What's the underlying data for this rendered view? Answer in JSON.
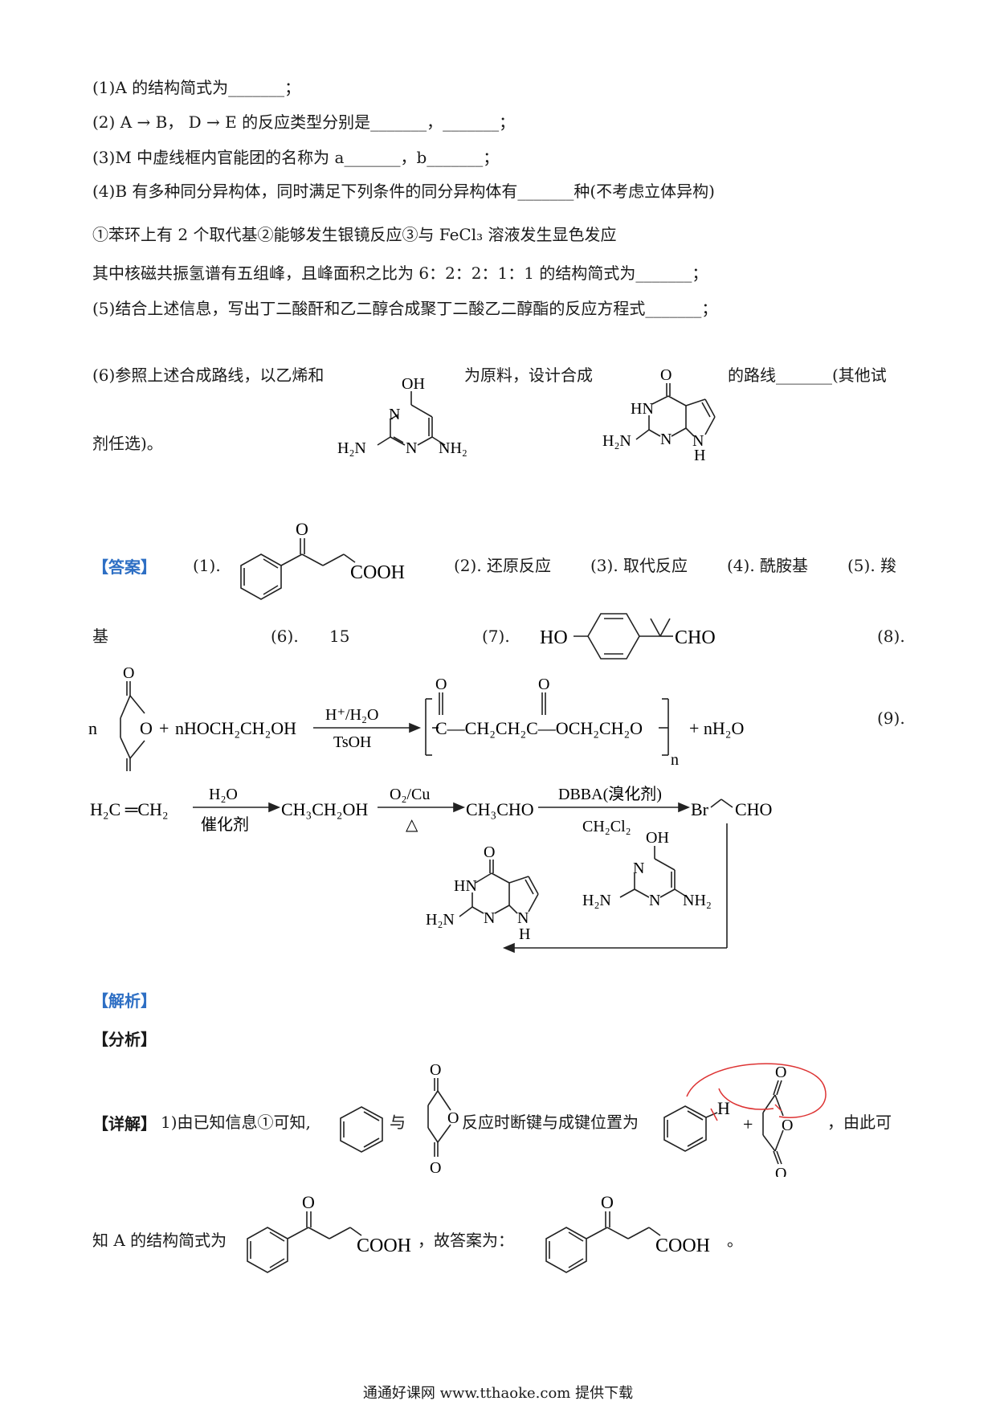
{
  "questions": {
    "q1": "(1)A 的结构简式为_______；",
    "q2": "(2) A → B， D → E 的反应类型分别是_______，_______；",
    "q3": "(3)M 中虚线框内官能团的名称为 a_______，b_______；",
    "q4": "(4)B 有多种同分异构体，同时满足下列条件的同分异构体有_______种(不考虑立体异构)",
    "q4_conditions": "①苯环上有 2 个取代基②能够发生银镜反应③与 FeCl₃ 溶液发生显色发应",
    "q4_nmr": "其中核磁共振氢谱有五组峰，且峰面积之比为 6：2：2：1：1 的结构简式为_______；",
    "q5": "(5)结合上述信息，写出丁二酸酐和乙二醇合成聚丁二酸乙二醇酯的反应方程式_______；",
    "q6_a": "(6)参照上述合成路线，以乙烯和",
    "q6_b": "为原料，设计合成",
    "q6_c": "的路线_______(其他试",
    "q6_d": "剂任选)。"
  },
  "answer": {
    "tag": "【答案】",
    "a1": "(1).",
    "a2": "(2). 还原反应",
    "a3": "(3). 取代反应",
    "a4": "(4). 酰胺基",
    "a5a": "(5). 羧",
    "a5b": "基",
    "a6_num": "(6).",
    "a6_val": "15",
    "a7": "(7).",
    "a8": "(8).",
    "a9": "(9)."
  },
  "analysis": {
    "tag": "【解析】",
    "fenxi": "【分析】",
    "detail_tag": "【详解】",
    "detail1": "1)由已知信息①可知,",
    "detail_yu": "与",
    "detail2": "反应时断键与成键位置为",
    "detail3": "，由此可",
    "detail4": "知 A 的结构简式为",
    "detail5": "，故答案为：",
    "detail_end": "。"
  },
  "chem": {
    "oh": "OH",
    "o": "O",
    "n": "N",
    "h2n": "H₂N",
    "nh2": "NH₂",
    "hn": "HN",
    "nh_h": "H",
    "cooh": "COOH",
    "ho": "HO",
    "cho": "CHO",
    "eq_n": "n",
    "eq_plus": "+",
    "eq_reagent": "nHOCH₂CH₂OH",
    "eq_cond_top": "H⁺/H₂O",
    "eq_cond_bottom": "TsOH",
    "eq_poly": "C—CH₂CH₂C—OCH₂CH₂O",
    "eq_sub_n": "n",
    "eq_water": "+ nH₂O",
    "r_ethene": "H₂C ═CH₂",
    "r_c1_top": "H₂O",
    "r_c1_bottom": "催化剂",
    "r_ethanol": "CH₃CH₂OH",
    "r_c2_top": "O₂/Cu",
    "r_c2_bottom": "△",
    "r_acet": "CH₃CHO",
    "r_c3_top": "DBBA(溴化剂)",
    "r_c3_bottom": "CH₂Cl₂",
    "r_br": "Br",
    "r_cho": "CHO",
    "h_atom": "H"
  },
  "footer": "通通好课网  www.tthaoke.com  提供下载"
}
